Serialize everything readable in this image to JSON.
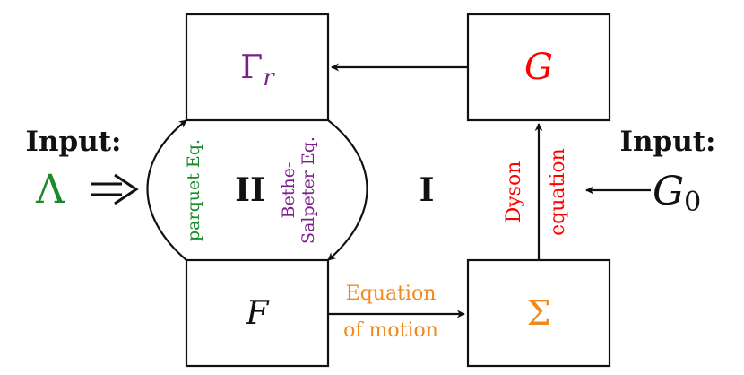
{
  "nodes": {
    "gamma_r": {
      "symbol": "Γ",
      "subscript": "r",
      "color": "#7a1f8a"
    },
    "g": {
      "symbol": "G",
      "color": "#ff0000"
    },
    "f": {
      "symbol": "F",
      "color": "#111111"
    },
    "sigma": {
      "symbol": "Σ",
      "color": "#f08a1c"
    }
  },
  "inputs": {
    "left": {
      "heading": "Input:",
      "symbol": "Λ",
      "symbol_color": "#1a8a2a"
    },
    "right": {
      "heading": "Input:",
      "symbol": "G",
      "subscript": "0"
    }
  },
  "regions": {
    "ii": "II",
    "i": "I"
  },
  "edge_labels": {
    "parquet": {
      "text": "parquet Eq.",
      "color": "#1a8a2a"
    },
    "bethe_salpeter": {
      "line1": "Bethe-",
      "line2": "Salpeter Eq.",
      "color": "#7a1f8a"
    },
    "dyson": {
      "line1": "Dyson",
      "line2": "equation",
      "color": "#ff0000"
    },
    "equation_of_motion": {
      "line1": "Equation",
      "line2": "of motion",
      "color": "#f08a1c"
    }
  }
}
